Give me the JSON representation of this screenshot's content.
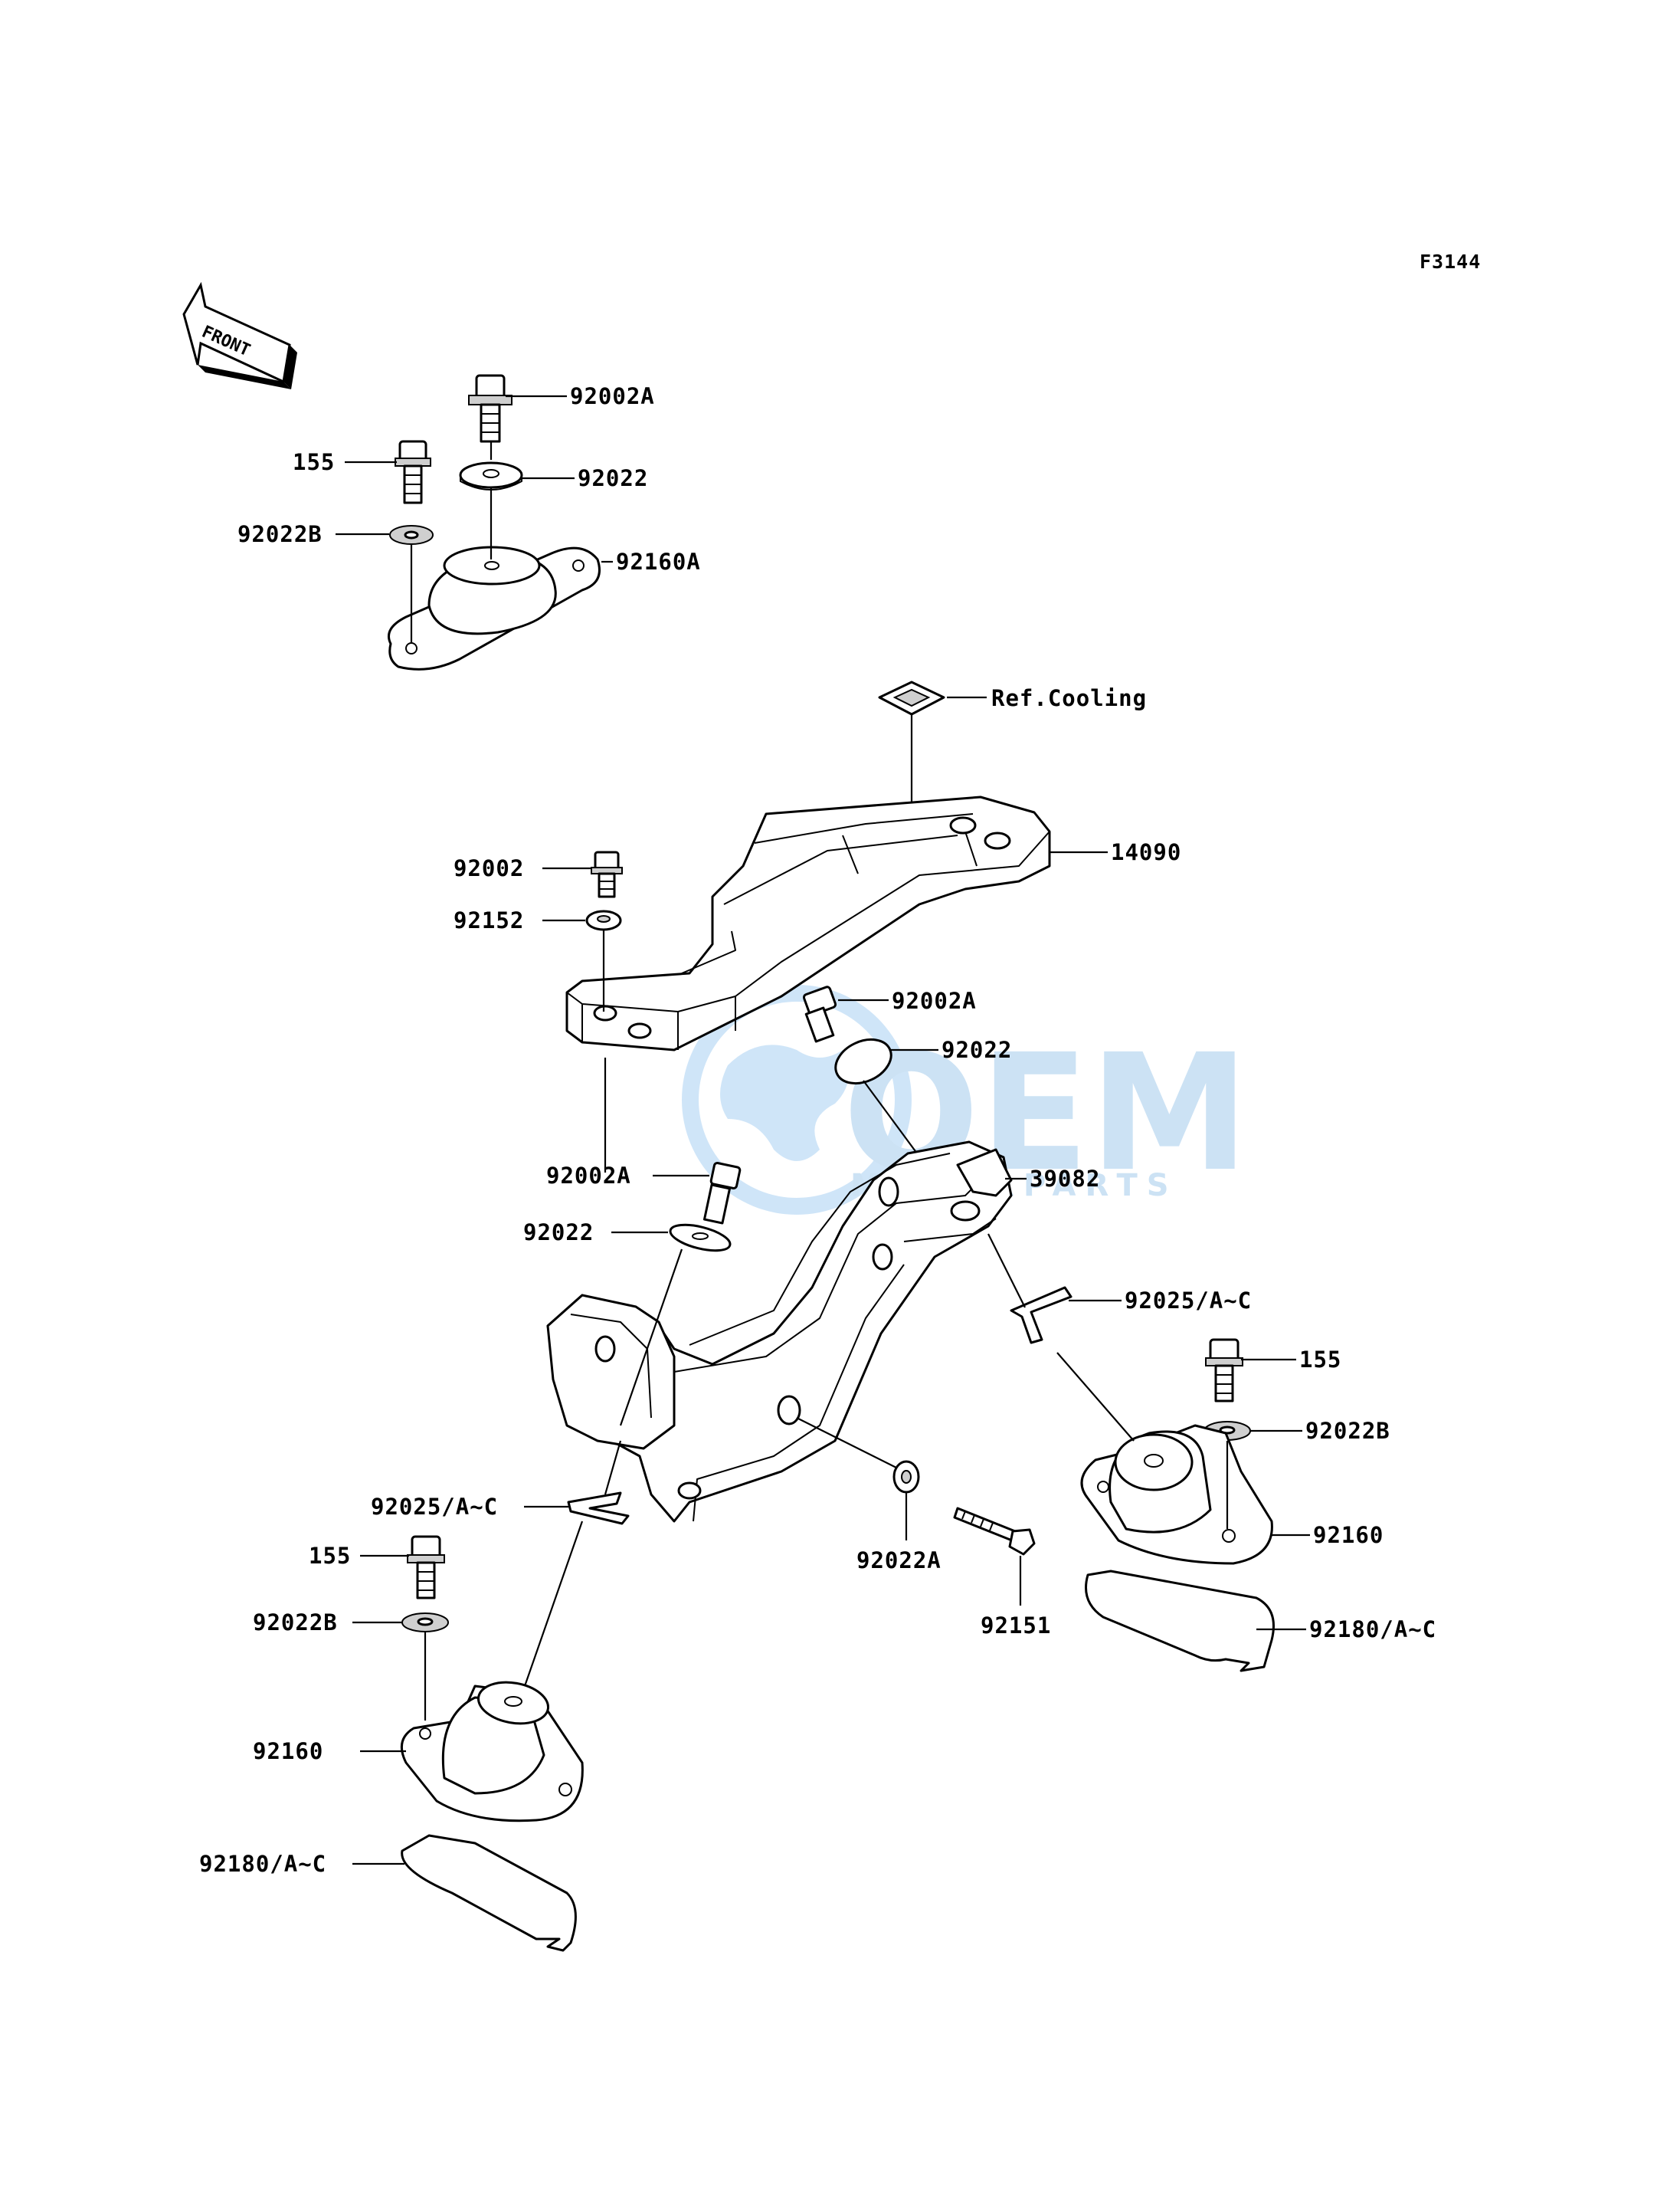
{
  "figure_code": "F3144",
  "front_label": "FRONT",
  "watermark": {
    "brand": "OEM",
    "sub": "MOTORPARTS",
    "color": "#1e7fd0",
    "globe_color": "#2a8de0"
  },
  "labels": {
    "top_92002A": "92002A",
    "top_155": "155",
    "top_92022": "92022",
    "top_92022B": "92022B",
    "top_92160A": "92160A",
    "ref_cooling": "Ref.Cooling",
    "l_14090": "14090",
    "l_92002": "92002",
    "l_92152": "92152",
    "mid_92002A": "92002A",
    "mid_92022": "92022",
    "l_39082": "39082",
    "left_92002A": "92002A",
    "left_92022": "92022",
    "right_92025": "92025/A~C",
    "right_155": "155",
    "right_92022B": "92022B",
    "right_92160": "92160",
    "right_92180": "92180/A~C",
    "left_92025": "92025/A~C",
    "l_92022A": "92022A",
    "l_92151": "92151",
    "left_155": "155",
    "left_92022B": "92022B",
    "left_92160": "92160",
    "left_92180": "92180/A~C"
  }
}
